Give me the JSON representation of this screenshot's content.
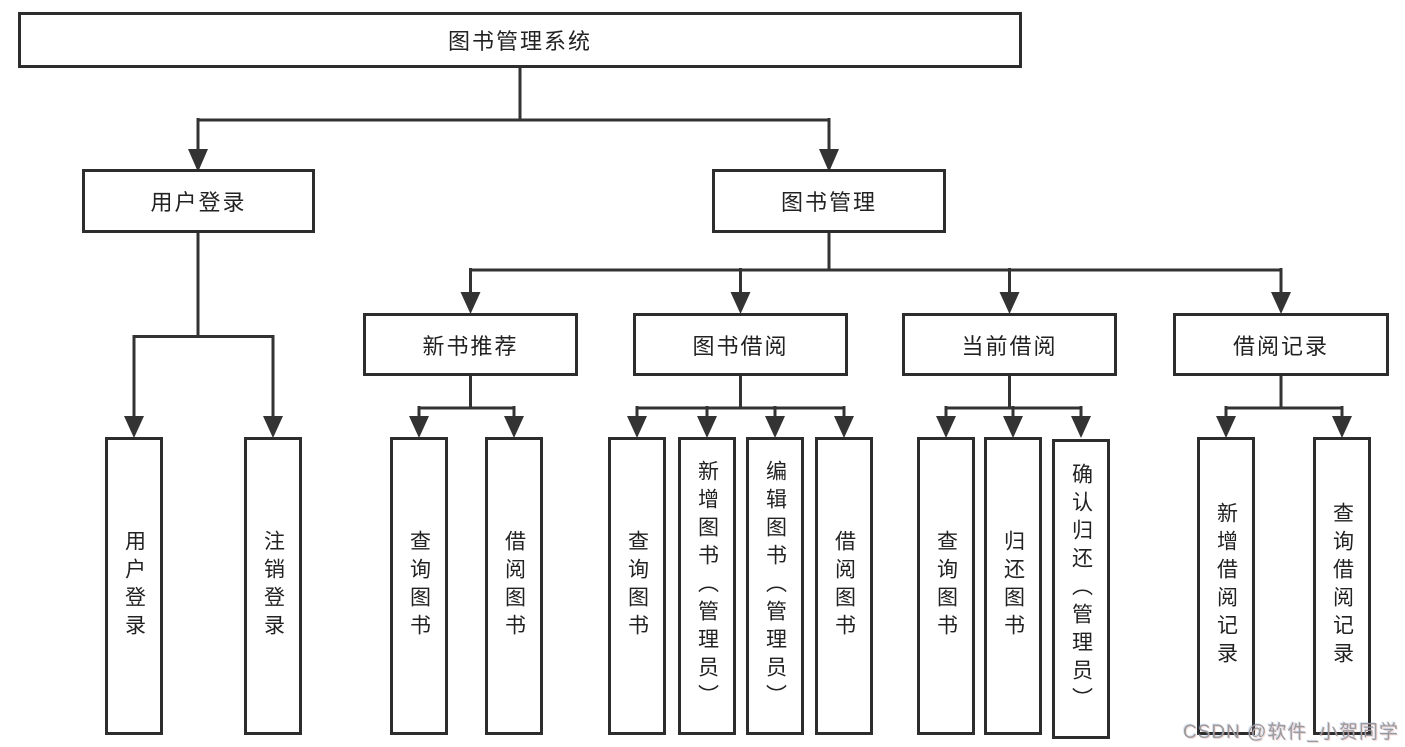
{
  "diagram": {
    "title": "图书管理系统",
    "root": {
      "label": "图书管理系统"
    },
    "level2": [
      {
        "label": "用户登录"
      },
      {
        "label": "图书管理"
      }
    ],
    "level3": [
      {
        "label": "新书推荐"
      },
      {
        "label": "图书借阅"
      },
      {
        "label": "当前借阅"
      },
      {
        "label": "借阅记录"
      }
    ],
    "leaves": {
      "user_login": [
        "用户登录",
        "注销登录"
      ],
      "new_book": [
        "查询图书",
        "借阅图书"
      ],
      "borrow": [
        "查询图书",
        "新增图书（管理员）",
        "编辑图书（管理员）",
        "借阅图书"
      ],
      "current": [
        "查询图书",
        "归还图书",
        "确认归还（管理员）"
      ],
      "records": [
        "新增借阅记录",
        "查询借阅记录"
      ]
    }
  },
  "watermark": {
    "text": "CSDN @软件_小贺同学",
    "color": "#9b9b9b"
  },
  "colors": {
    "line": "#333333",
    "box_border": "#2d2d2d",
    "text": "#222222",
    "background": "#ffffff"
  }
}
